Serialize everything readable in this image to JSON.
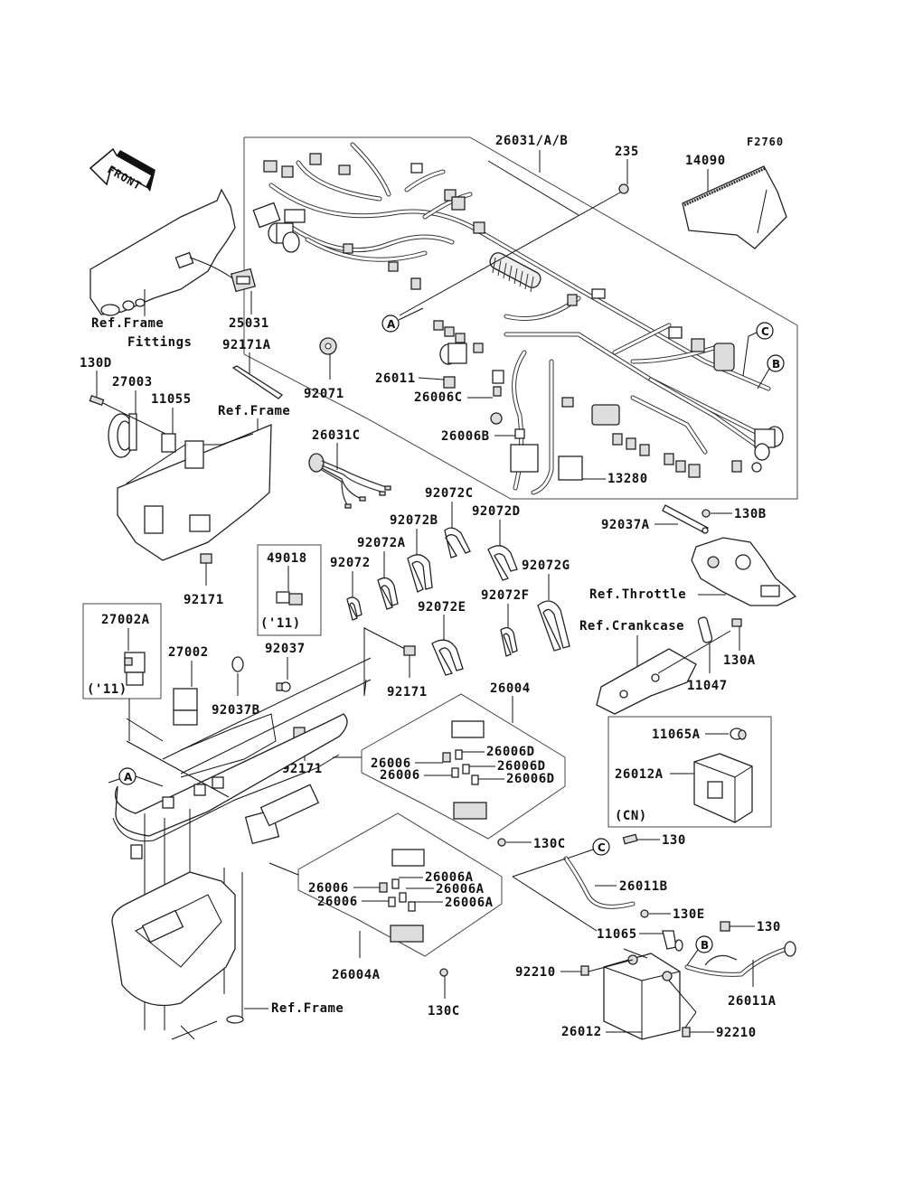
{
  "figure_code": "F2760",
  "direction_arrow": "FRONT",
  "harness": {
    "main": "26031/A/B",
    "sub": "26031C"
  },
  "callouts": {
    "A": "A",
    "B": "B",
    "C": "C"
  },
  "labels": {
    "p235": "235",
    "p14090": "14090",
    "ref_frame_fittings_1": "Ref.Frame",
    "ref_frame_fittings_2": "Fittings",
    "p25031": "25031",
    "p92171A": "92171A",
    "p92071": "92071",
    "p130D": "130D",
    "p27003": "27003",
    "p11055": "11055",
    "ref_frame_top": "Ref.Frame",
    "p26011": "26011",
    "p26006C": "26006C",
    "p26006B": "26006B",
    "p13280": "13280",
    "p92072C": "92072C",
    "p92072B": "92072B",
    "p92072D": "92072D",
    "p92072A": "92072A",
    "p92072": "92072",
    "p92072G": "92072G",
    "p92072E": "92072E",
    "p92072F": "92072F",
    "p92037A": "92037A",
    "p130B": "130B",
    "ref_throttle": "Ref.Throttle",
    "ref_crankcase": "Ref.Crankcase",
    "p130A": "130A",
    "p11047": "11047",
    "p92171_a": "92171",
    "p49018": "49018",
    "note_11_a": "('11)",
    "p27002A": "27002A",
    "note_11_b": "('11)",
    "p27002": "27002",
    "p92037": "92037",
    "p92037B": "92037B",
    "p92171_b": "92171",
    "p92171_c": "92171",
    "p26004": "26004",
    "p26006_1": "26006",
    "p26006_2": "26006",
    "p26006D_1": "26006D",
    "p26006D_2": "26006D",
    "p26006D_3": "26006D",
    "p130C_a": "130C",
    "p11065A": "11065A",
    "p26012A": "26012A",
    "note_cn": "(CN)",
    "p130_a": "130",
    "p26011B": "26011B",
    "p130E": "130E",
    "p26006_3": "26006",
    "p26006_4": "26006",
    "p26006A_1": "26006A",
    "p26006A_2": "26006A",
    "p26006A_3": "26006A",
    "p26004A": "26004A",
    "p130C_b": "130C",
    "ref_frame_bottom": "Ref.Frame",
    "p11065": "11065",
    "p130_b": "130",
    "p92210_a": "92210",
    "p92210_b": "92210",
    "p26011A": "26011A",
    "p26012": "26012"
  }
}
